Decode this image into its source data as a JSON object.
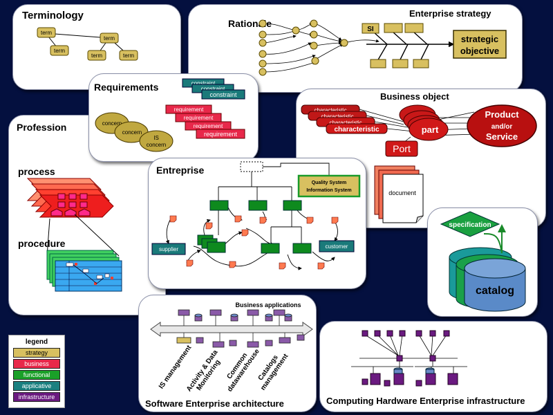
{
  "panels": {
    "terminology": "Terminology",
    "rationale": "Rationale",
    "enterprise_strategy": "Enterprise strategy",
    "requirements": "Requirements",
    "profession": "Profession",
    "process": "process",
    "procedure": "procedure",
    "business_object": "Business object",
    "entreprise": "Entreprise",
    "software": "Software Enterprise architecture",
    "hardware": "Computing Hardware Enterprise infrastructure"
  },
  "terminology": {
    "term": "term"
  },
  "strategy": {
    "si": "SI",
    "objective_line1": "strategic",
    "objective_line2": "objective"
  },
  "requirements": {
    "concern": "concern",
    "is_concern_line1": "IS",
    "is_concern_line2": "concern",
    "constraint": "constraint",
    "requirement": "requirement"
  },
  "business_object": {
    "characteristic": "characteristic",
    "port": "Port",
    "part": "part",
    "product_line1": "Product",
    "product_line2": "and/or",
    "product_line3": "Service",
    "document": "document"
  },
  "entreprise": {
    "qs_line1": "Quality System",
    "qs_line2": "Information System",
    "supplier": "supplier",
    "customer": "customer"
  },
  "catalog": {
    "specification": "specification",
    "catalog": "catalog"
  },
  "software": {
    "business_applications": "Business applications",
    "labels": [
      {
        "lines": [
          "IS management"
        ]
      },
      {
        "lines": [
          "Activity & Data",
          "Monitoring"
        ]
      },
      {
        "lines": [
          "Common",
          "datawarehouse"
        ]
      },
      {
        "lines": [
          "Catalogs",
          "management"
        ]
      }
    ]
  },
  "legend": {
    "title": "legend",
    "items": [
      {
        "label": "strategy",
        "color": "#d8c060",
        "text_color": "#000000"
      },
      {
        "label": "business",
        "color": "#e8284a",
        "text_color": "#ffffff"
      },
      {
        "label": "functional",
        "color": "#1aa028",
        "text_color": "#ffffff"
      },
      {
        "label": "applicative",
        "color": "#1a8080",
        "text_color": "#ffffff"
      },
      {
        "label": "infrastructure",
        "color": "#6a1a80",
        "text_color": "#ffffff"
      }
    ]
  }
}
